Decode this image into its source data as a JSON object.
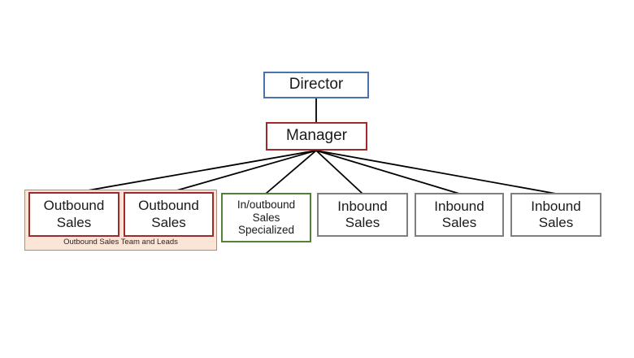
{
  "diagram": {
    "type": "org-chart",
    "background_color": "#ffffff",
    "text_color": "#1a1a1a",
    "connector_color": "#000000",
    "levels": {
      "director": {
        "label": "Director",
        "border_color": "#4a72ad"
      },
      "manager": {
        "label": "Manager",
        "border_color": "#9e2a2b"
      }
    },
    "children": [
      {
        "label": "Outbound Sales",
        "border_color": "#9e2a2b",
        "in_group": true
      },
      {
        "label": "Outbound Sales",
        "border_color": "#9e2a2b",
        "in_group": true
      },
      {
        "label": "In/outbound Sales Specialized",
        "border_color": "#538135",
        "in_group": false
      },
      {
        "label": "Inbound Sales",
        "border_color": "#7f7f7f",
        "in_group": false
      },
      {
        "label": "Inbound Sales",
        "border_color": "#7f7f7f",
        "in_group": false
      },
      {
        "label": "Inbound Sales",
        "border_color": "#7f7f7f",
        "in_group": false
      }
    ],
    "group": {
      "label": "Outbound Sales Team and Leads",
      "fill_color": "#fbe5d6",
      "border_color": "#a5937f",
      "member_indexes": [
        0,
        1
      ]
    },
    "edges": [
      {
        "from": "Director",
        "to": "Manager"
      },
      {
        "from": "Manager",
        "to": "Outbound Sales (1)"
      },
      {
        "from": "Manager",
        "to": "Outbound Sales (2)"
      },
      {
        "from": "Manager",
        "to": "In/outbound Sales Specialized"
      },
      {
        "from": "Manager",
        "to": "Inbound Sales (1)"
      },
      {
        "from": "Manager",
        "to": "Inbound Sales (2)"
      },
      {
        "from": "Manager",
        "to": "Inbound Sales (3)"
      }
    ]
  }
}
